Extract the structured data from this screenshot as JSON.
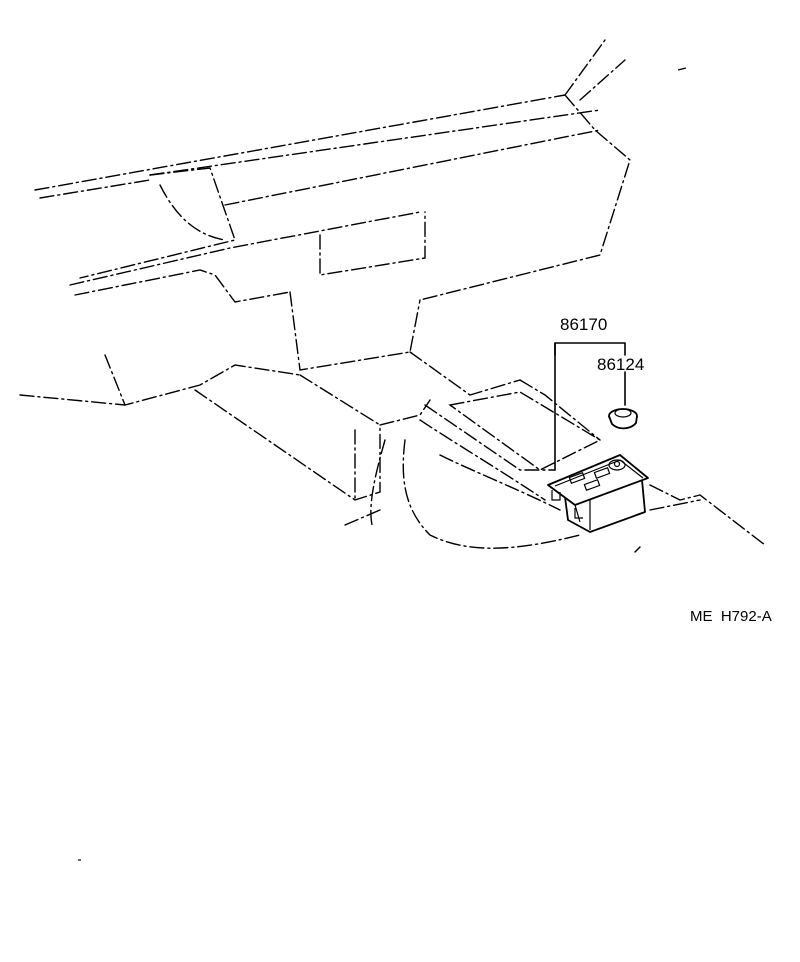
{
  "parts": [
    {
      "number": "86170"
    },
    {
      "number": "86124"
    }
  ],
  "figure_code": "ME  H792-A"
}
